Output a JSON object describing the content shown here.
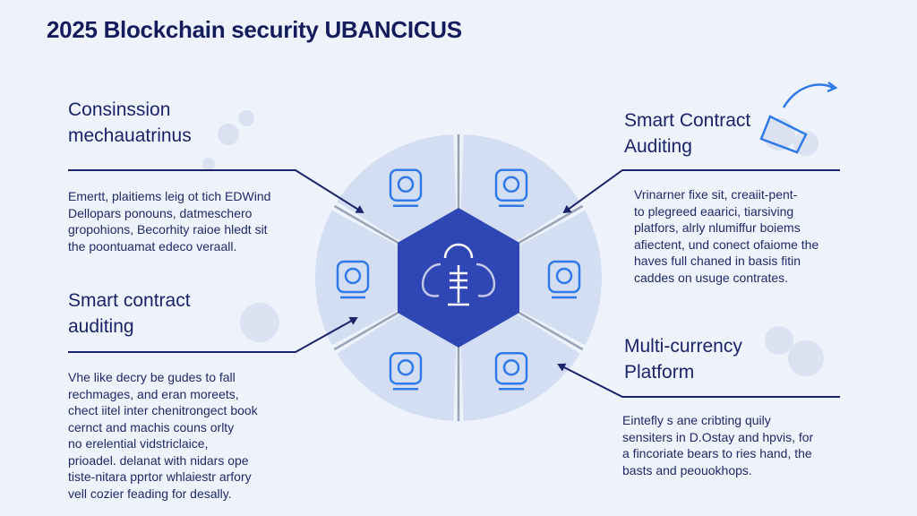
{
  "title": "2025 Blockchain security UBANCICUS",
  "colors": {
    "navy": "#1a2468",
    "hex": "#2f46b5",
    "segment": "#d3def2",
    "icon": "#2f7ae6"
  },
  "sections": {
    "top_left": {
      "heading": [
        "Consinssion",
        "mechauatrinus"
      ],
      "body": [
        "Emertt, plaitiems leig ot tich EDWind",
        "Dellopars ponouns, datmeschero",
        "gropohions, Becorhity raioe hledt sit",
        "the poontuamat edeco veraall."
      ]
    },
    "bottom_left": {
      "heading": [
        "Smart contract",
        "auditing"
      ],
      "body": [
        "Vhe like decry be gudes to fall",
        "rechmages, and eran moreets,",
        "chect iitel inter chenitrongect book",
        "cernct and machis couns orlty",
        "no erelential vidstriclaice,",
        "prioadel. delanat with nidars ope",
        "tiste-nitara pprtor whlaiestr arfory",
        "vell cozier feading for desally."
      ]
    },
    "top_right": {
      "heading": [
        "Smart Contract",
        "Auditing"
      ],
      "body": [
        "Vrinarner fixe sit, creaiit-pent-",
        "to plegreed eaarici, tiarsiving",
        "platfors, alrly nlumiffur boiems",
        "afiectent, und conect ofaiome the",
        "haves full chaned in basis fitin",
        "caddes on usuge contrates."
      ]
    },
    "bottom_right": {
      "heading": [
        "Multi-currency",
        "Platform"
      ],
      "body": [
        "Eintefly s ane cribting quily",
        "sensiters in D.Ostay and hpvis, for",
        "a fincoriate bears to ries hand, the",
        "basts and peouokhops."
      ]
    }
  },
  "diagram": {
    "segment_icons": [
      "home-shield-icon",
      "robot-icon",
      "coin-circle-icon",
      "cabinet-icon",
      "lock-person-icon",
      "network-nodes-icon"
    ],
    "center_icon": "blockchain-core-icon"
  }
}
